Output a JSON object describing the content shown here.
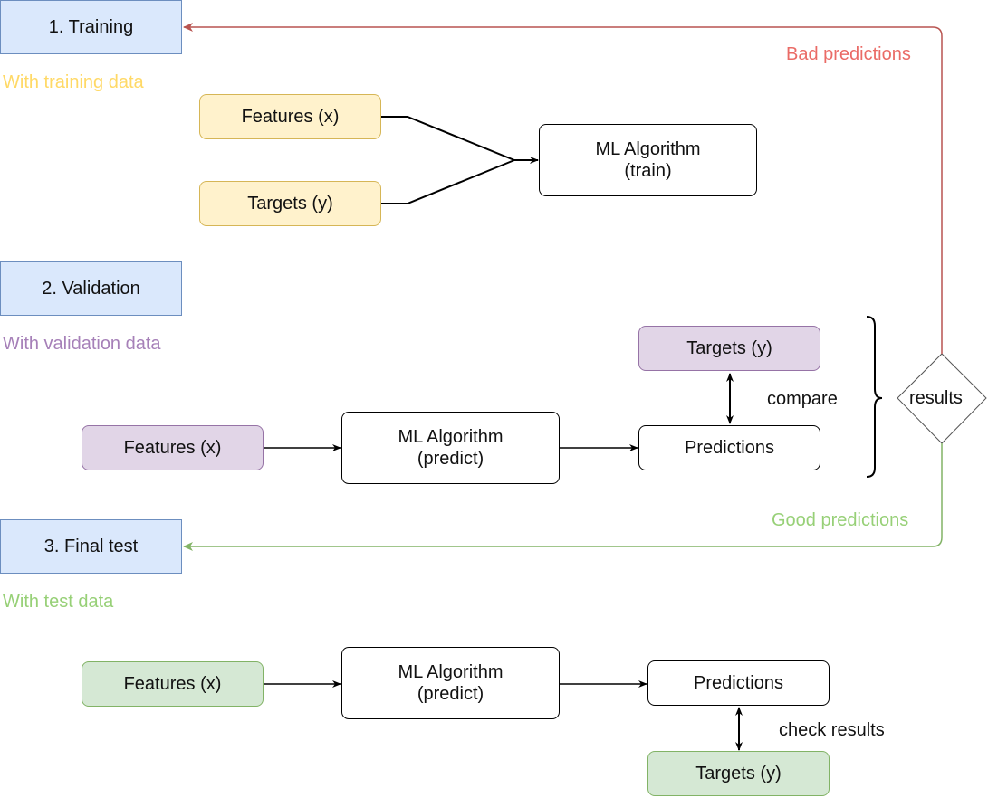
{
  "colors": {
    "stage_fill": "#dae8fc",
    "stage_stroke": "#6c8ebf",
    "training_accent": "#ffd966",
    "validation_accent": "#a680b8",
    "test_accent": "#97d077",
    "bad_arrow": "#b85450",
    "bad_text": "#ea6b66",
    "good_arrow": "#82b366",
    "good_text": "#97d077"
  },
  "stages": {
    "training": {
      "title": "1. Training",
      "subtitle": "With training data"
    },
    "validation": {
      "title": "2. Validation",
      "subtitle": "With validation data"
    },
    "final_test": {
      "title": "3. Final test",
      "subtitle": "With test data"
    }
  },
  "training": {
    "features": "Features (x)",
    "targets": "Targets (y)",
    "algorithm": [
      "ML Algorithm",
      "(train)"
    ]
  },
  "validation": {
    "features": "Features (x)",
    "algorithm": [
      "ML Algorithm",
      "(predict)"
    ],
    "predictions": "Predictions",
    "targets": "Targets (y)",
    "compare_label": "compare"
  },
  "test": {
    "features": "Features (x)",
    "algorithm": [
      "ML Algorithm",
      "(predict)"
    ],
    "predictions": "Predictions",
    "targets": "Targets (y)",
    "check_label": "check results"
  },
  "decision": {
    "label": "results",
    "bad_label": "Bad predictions",
    "good_label": "Good predictions"
  }
}
